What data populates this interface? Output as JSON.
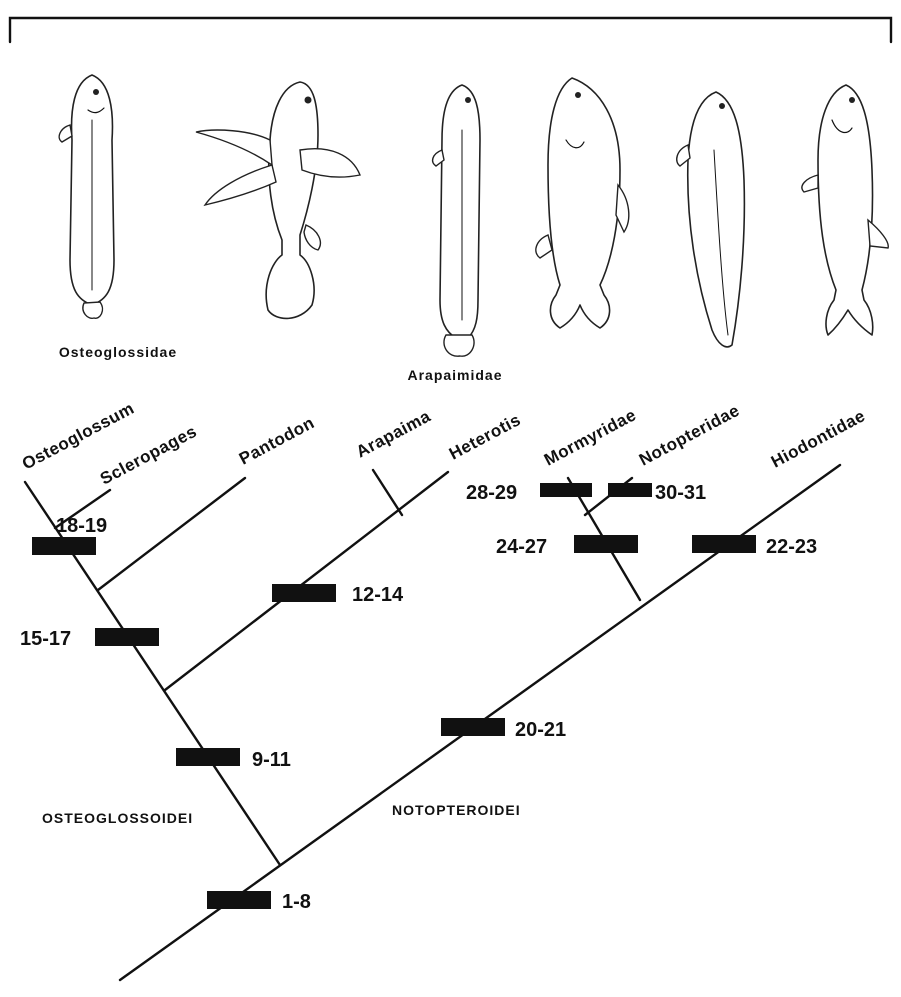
{
  "families": {
    "osteoglossidae": "Osteoglossidae",
    "arapaimidae": "Arapaimidae"
  },
  "taxa": {
    "osteoglossum": "Osteoglossum",
    "scleropages": "Scleropages",
    "pantodon": "Pantodon",
    "arapaima": "Arapaima",
    "heterotis": "Heterotis",
    "mormyridae": "Mormyridae",
    "notopteridae": "Notopteridae",
    "hiodontidae": "Hiodontidae"
  },
  "characters": {
    "c1_8": "1-8",
    "c9_11": "9-11",
    "c12_14": "12-14",
    "c15_17": "15-17",
    "c18_19": "18-19",
    "c20_21": "20-21",
    "c22_23": "22-23",
    "c24_27": "24-27",
    "c28_29": "28-29",
    "c30_31": "30-31"
  },
  "groups": {
    "osteoglossoidei": "OSTEOGLOSSOIDEI",
    "notopteroidei": "NOTOPTEROIDEI"
  }
}
